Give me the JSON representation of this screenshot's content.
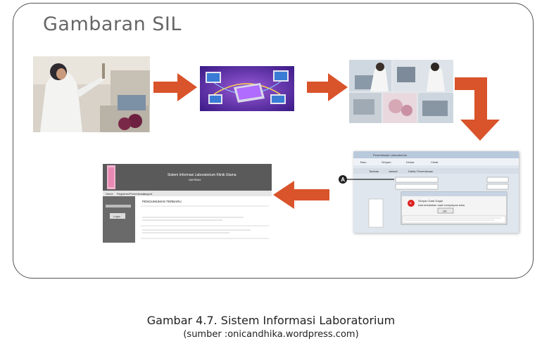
{
  "slide": {
    "title": "Gambaran SIL"
  },
  "web_page": {
    "header_title": "Sistem Informasi Laboratorium Klinik Utama",
    "header_subtitle": "SAFIRAH",
    "nav": [
      "Home",
      "Registrasi",
      "Pemeriksaan",
      "Logout"
    ],
    "section_title": "PENGUMUMAN TERBARU",
    "login_button": "Login"
  },
  "app_window": {
    "title": "Pemeriksaan Laboratorium",
    "toolbar": [
      "Baru",
      "Simpan",
      "Keluar",
      "Cetak"
    ],
    "tabs": [
      "Tambah",
      "Jadwal",
      "Daftar Pemeriksaan"
    ],
    "dialog_title": "Simpan Data Gagal",
    "dialog_message": "Ada kesalahan saat menyimpan data",
    "dialog_ok": "OK",
    "marker": "A"
  },
  "caption": {
    "line1": "Gambar 4.7. Sistem Informasi Laboratorium",
    "line2": "(sumber :onicandhika.wordpress.com)"
  },
  "colors": {
    "arrow": "#d9532b",
    "screen_purple": "#5b2aa8"
  }
}
